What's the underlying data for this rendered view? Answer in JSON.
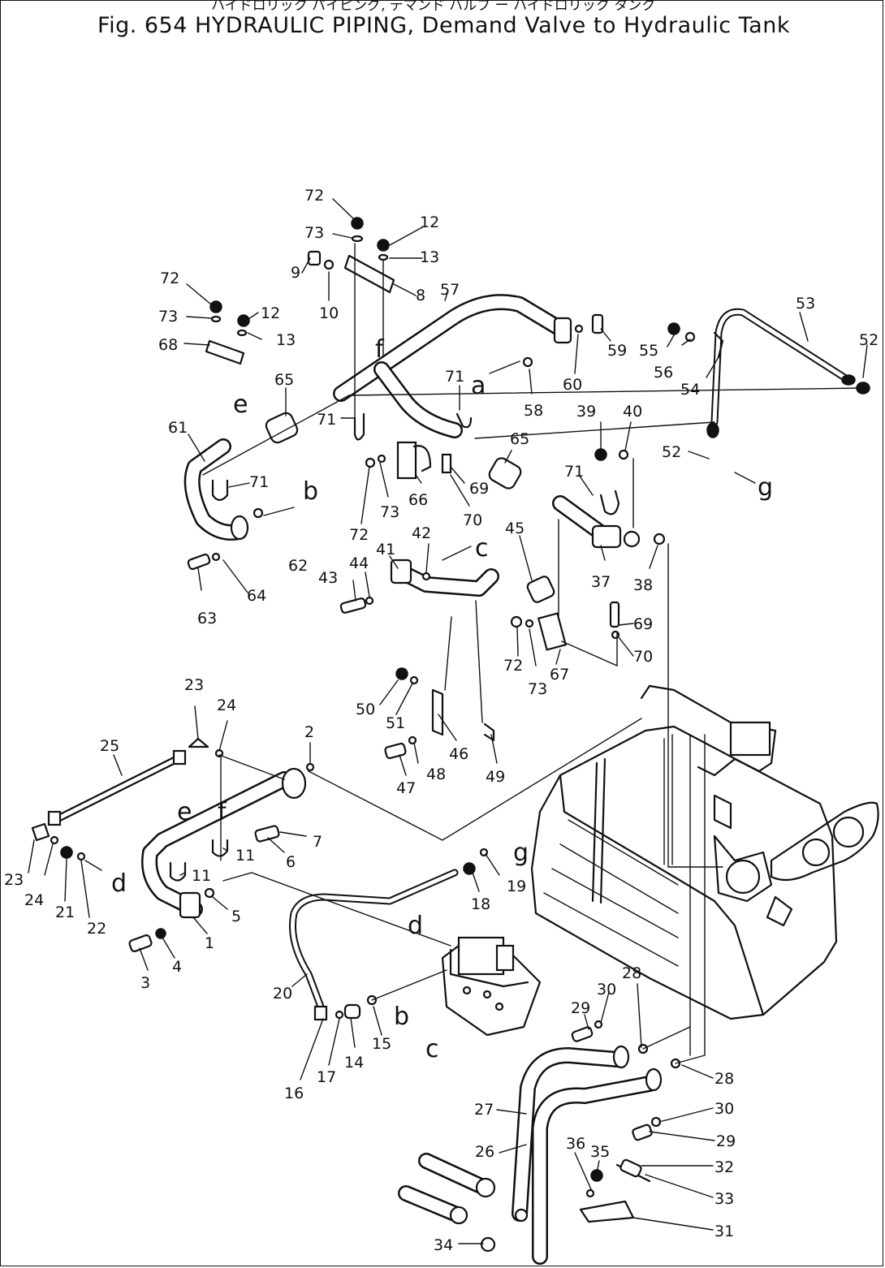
{
  "header": {
    "japanese_title": "ハイドロリック パイピング, デマンド バルブ ー ハイドロリック タンク",
    "title": "Fig. 654  HYDRAULIC PIPING, Demand Valve to Hydraulic Tank"
  },
  "part_numbers": [
    {
      "id": "72-top",
      "text": "72"
    },
    {
      "id": "73-top",
      "text": "73"
    },
    {
      "id": "12-top",
      "text": "12"
    },
    {
      "id": "13-top",
      "text": "13"
    },
    {
      "id": "9",
      "text": "9"
    },
    {
      "id": "10",
      "text": "10"
    },
    {
      "id": "8",
      "text": "8"
    },
    {
      "id": "57",
      "text": "57"
    },
    {
      "id": "72-left",
      "text": "72"
    },
    {
      "id": "73-left",
      "text": "73"
    },
    {
      "id": "12-left",
      "text": "12"
    },
    {
      "id": "13-left",
      "text": "13"
    },
    {
      "id": "68",
      "text": "68"
    },
    {
      "id": "65-left",
      "text": "65"
    },
    {
      "id": "71-a",
      "text": "71"
    },
    {
      "id": "61",
      "text": "61"
    },
    {
      "id": "71-b",
      "text": "71"
    },
    {
      "id": "62",
      "text": "62"
    },
    {
      "id": "63",
      "text": "63"
    },
    {
      "id": "64",
      "text": "64"
    },
    {
      "id": "71-c",
      "text": "71"
    },
    {
      "id": "58",
      "text": "58"
    },
    {
      "id": "60",
      "text": "60"
    },
    {
      "id": "59",
      "text": "59"
    },
    {
      "id": "55",
      "text": "55"
    },
    {
      "id": "56",
      "text": "56"
    },
    {
      "id": "53",
      "text": "53"
    },
    {
      "id": "54",
      "text": "54"
    },
    {
      "id": "52-top",
      "text": "52"
    },
    {
      "id": "52-mid",
      "text": "52"
    },
    {
      "id": "39",
      "text": "39"
    },
    {
      "id": "40",
      "text": "40"
    },
    {
      "id": "66",
      "text": "66"
    },
    {
      "id": "69-mid",
      "text": "69"
    },
    {
      "id": "70-mid",
      "text": "70"
    },
    {
      "id": "65-right",
      "text": "65"
    },
    {
      "id": "71-d",
      "text": "71"
    },
    {
      "id": "72-mid",
      "text": "72"
    },
    {
      "id": "73-mid",
      "text": "73"
    },
    {
      "id": "42",
      "text": "42"
    },
    {
      "id": "41",
      "text": "41"
    },
    {
      "id": "45",
      "text": "45"
    },
    {
      "id": "37",
      "text": "37"
    },
    {
      "id": "38",
      "text": "38"
    },
    {
      "id": "43",
      "text": "43"
    },
    {
      "id": "44",
      "text": "44"
    },
    {
      "id": "69-low",
      "text": "69"
    },
    {
      "id": "70-low",
      "text": "70"
    },
    {
      "id": "72-low",
      "text": "72"
    },
    {
      "id": "73-low",
      "text": "73"
    },
    {
      "id": "67",
      "text": "67"
    },
    {
      "id": "50",
      "text": "50"
    },
    {
      "id": "51",
      "text": "51"
    },
    {
      "id": "46",
      "text": "46"
    },
    {
      "id": "48",
      "text": "48"
    },
    {
      "id": "47",
      "text": "47"
    },
    {
      "id": "49",
      "text": "49"
    },
    {
      "id": "23-top",
      "text": "23"
    },
    {
      "id": "24-top",
      "text": "24"
    },
    {
      "id": "25",
      "text": "25"
    },
    {
      "id": "2",
      "text": "2"
    },
    {
      "id": "7",
      "text": "7"
    },
    {
      "id": "6",
      "text": "6"
    },
    {
      "id": "11-a",
      "text": "11"
    },
    {
      "id": "11-b",
      "text": "11"
    },
    {
      "id": "23-left",
      "text": "23"
    },
    {
      "id": "24-left",
      "text": "24"
    },
    {
      "id": "21",
      "text": "21"
    },
    {
      "id": "22",
      "text": "22"
    },
    {
      "id": "5",
      "text": "5"
    },
    {
      "id": "1",
      "text": "1"
    },
    {
      "id": "4",
      "text": "4"
    },
    {
      "id": "3",
      "text": "3"
    },
    {
      "id": "18",
      "text": "18"
    },
    {
      "id": "19",
      "text": "19"
    },
    {
      "id": "20",
      "text": "20"
    },
    {
      "id": "16",
      "text": "16"
    },
    {
      "id": "17",
      "text": "17"
    },
    {
      "id": "14",
      "text": "14"
    },
    {
      "id": "15",
      "text": "15"
    },
    {
      "id": "28-a",
      "text": "28"
    },
    {
      "id": "30-a",
      "text": "30"
    },
    {
      "id": "29-a",
      "text": "29"
    },
    {
      "id": "28-b",
      "text": "28"
    },
    {
      "id": "30-b",
      "text": "30"
    },
    {
      "id": "29-b",
      "text": "29"
    },
    {
      "id": "27",
      "text": "27"
    },
    {
      "id": "26",
      "text": "26"
    },
    {
      "id": "36",
      "text": "36"
    },
    {
      "id": "35",
      "text": "35"
    },
    {
      "id": "32",
      "text": "32"
    },
    {
      "id": "33",
      "text": "33"
    },
    {
      "id": "31",
      "text": "31"
    },
    {
      "id": "34",
      "text": "34"
    }
  ],
  "reference_letters": [
    {
      "id": "f-top",
      "text": "f"
    },
    {
      "id": "e-top",
      "text": "e"
    },
    {
      "id": "a",
      "text": "a"
    },
    {
      "id": "b-top",
      "text": "b"
    },
    {
      "id": "c-top",
      "text": "c"
    },
    {
      "id": "g-right",
      "text": "g"
    },
    {
      "id": "e-low",
      "text": "e"
    },
    {
      "id": "f-low",
      "text": "f"
    },
    {
      "id": "d-left",
      "text": "d"
    },
    {
      "id": "g-tank",
      "text": "g"
    },
    {
      "id": "d-valve",
      "text": "d"
    },
    {
      "id": "b-valve",
      "text": "b"
    },
    {
      "id": "c-valve",
      "text": "c"
    }
  ]
}
